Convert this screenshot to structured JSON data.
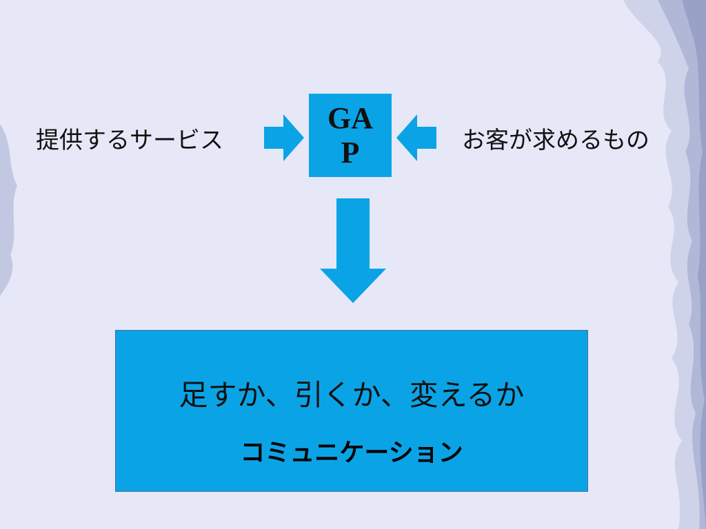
{
  "left_label": "提供するサービス",
  "right_label": "お客が求めるもの",
  "gap_label": "GAP",
  "result": {
    "line1": "足すか、引くか、変えるか",
    "line2": "コミュニケーション"
  },
  "colors": {
    "background": "#e6e8f8",
    "accent_blue": "#0aa4e6",
    "texture": "#9ea6c8"
  }
}
